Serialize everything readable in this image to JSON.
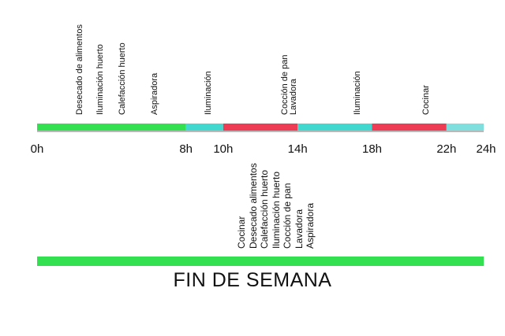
{
  "weekday": {
    "hour_range": [
      0,
      24
    ],
    "segments": [
      {
        "start": 0,
        "end": 8,
        "color": "#33e04f"
      },
      {
        "start": 8,
        "end": 10,
        "color": "#40d8cf"
      },
      {
        "start": 10,
        "end": 14,
        "color": "#ee3c55"
      },
      {
        "start": 14,
        "end": 18,
        "color": "#40d8cf"
      },
      {
        "start": 18,
        "end": 22,
        "color": "#ee3c55"
      },
      {
        "start": 22,
        "end": 24,
        "color": "#7fdede"
      }
    ],
    "ticks": [
      "0h",
      "8h",
      "10h",
      "14h",
      "18h",
      "22h",
      "24h"
    ],
    "tick_hours": [
      0,
      8,
      10,
      14,
      18,
      22,
      24
    ],
    "labels": [
      {
        "hour": 2.3,
        "text": "Desecado de alimentos"
      },
      {
        "hour": 3.4,
        "text": "Iluminación huerto"
      },
      {
        "hour": 4.6,
        "text": "Calefacción huerto"
      },
      {
        "hour": 6.3,
        "text": "Aspiradora"
      },
      {
        "hour": 9.2,
        "text": "Iluminación"
      },
      {
        "hour": 13.3,
        "text": "Cocción de pan"
      },
      {
        "hour": 13.8,
        "text": "Lavadora"
      },
      {
        "hour": 17.2,
        "text": "Iluminación"
      },
      {
        "hour": 20.9,
        "text": "Cocinar"
      }
    ]
  },
  "weekend": {
    "bar_color": "#33e04f",
    "labels": [
      "Cocinar",
      "Desecado alimentos",
      "Calefacción huerto",
      "Iluminación huerto",
      "Cocción de pan",
      "Lavadora",
      "Aspiradora"
    ],
    "title": "FIN DE SEMANA"
  }
}
